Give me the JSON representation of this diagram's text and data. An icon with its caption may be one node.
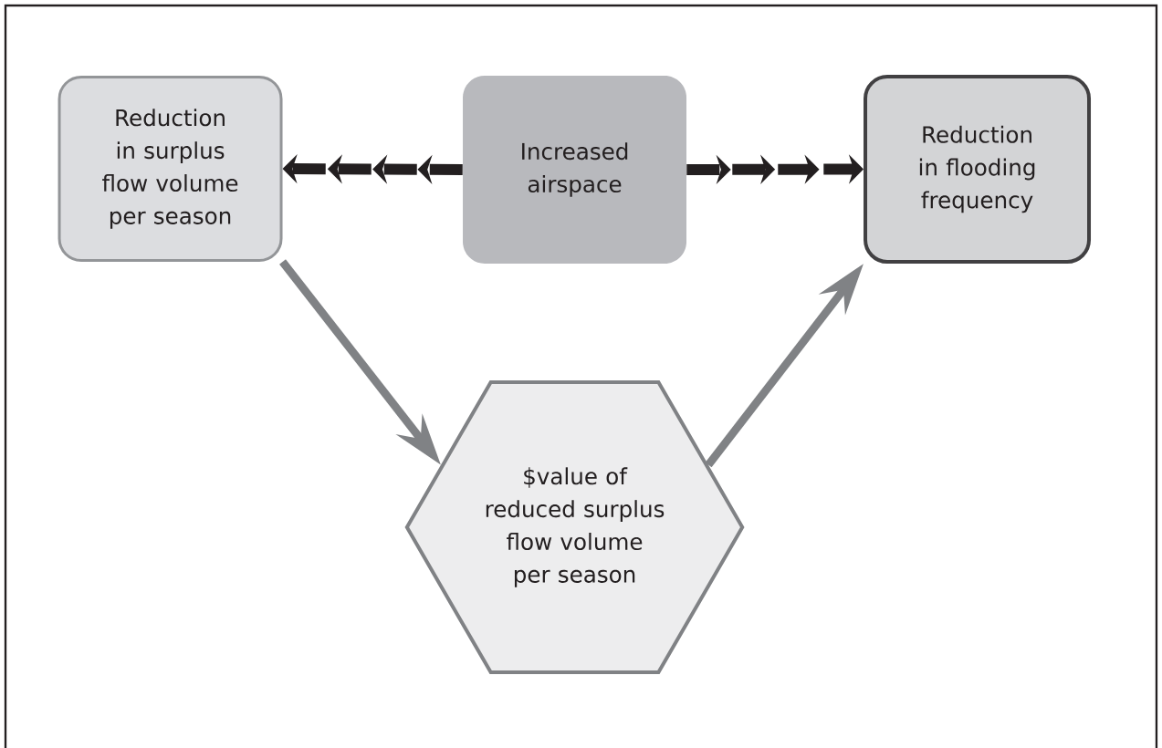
{
  "diagram": {
    "nodes": [
      {
        "text": [
          "Reduction in surplus flow volume per season"
        ]
      },
      {
        "text": [
          "Increased airspace"
        ]
      },
      {
        "text": [
          "Reduction in flooding frequency"
        ]
      },
      {
        "text": [
          "$value of reduced surplus flow volume per season"
        ]
      }
    ],
    "edges": [
      {
        "from": 1,
        "to": 0,
        "arrow": "to",
        "style": "dashed"
      },
      {
        "from": 1,
        "to": 2,
        "arrow": "to",
        "style": "dashed"
      },
      {
        "from": 0,
        "to": 3,
        "arrow": "to",
        "color": "#808285"
      },
      {
        "from": 3,
        "to": 2,
        "arrow": "to",
        "color": "#808285"
      }
    ]
  }
}
